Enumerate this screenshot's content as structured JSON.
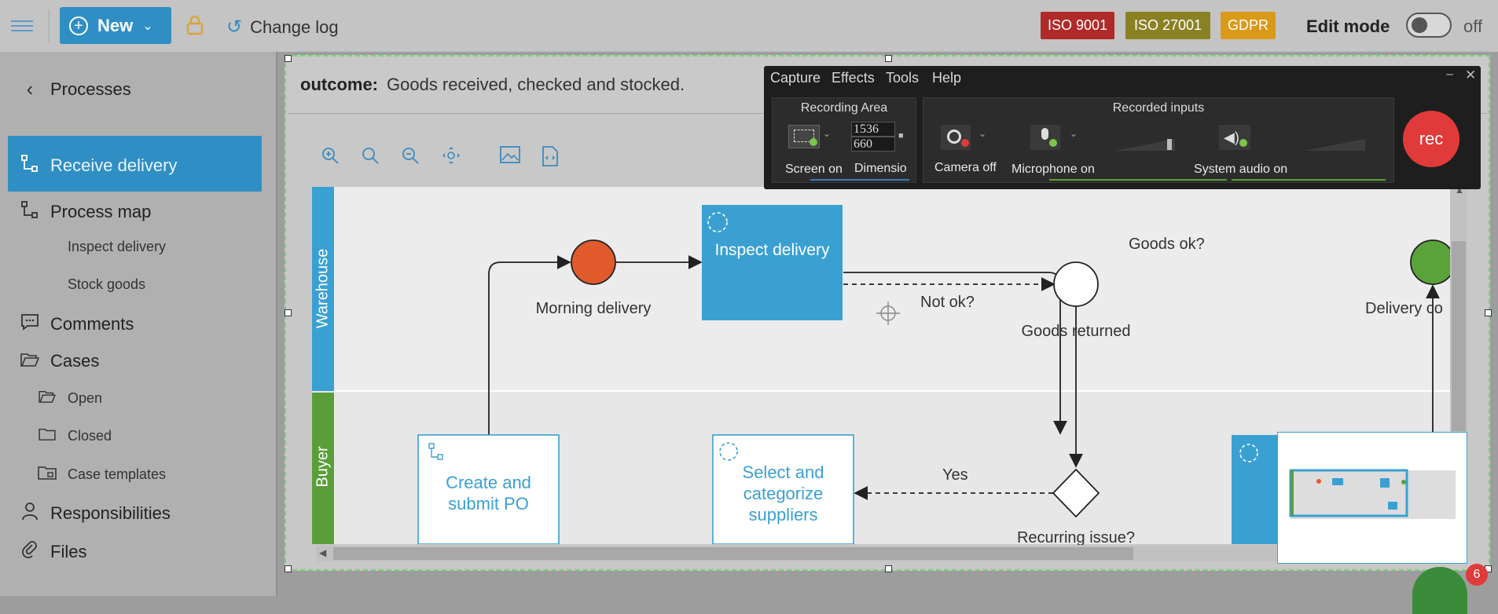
{
  "topbar": {
    "new_label": "New",
    "changelog_label": "Change log",
    "badges": [
      {
        "label": "ISO 9001",
        "color": "#b02a2a"
      },
      {
        "label": "ISO 27001",
        "color": "#8a8124"
      },
      {
        "label": "GDPR",
        "color": "#d99a1a"
      }
    ],
    "edit_mode_label": "Edit mode",
    "toggle_state": "off"
  },
  "sidebar": {
    "back_label": "Processes",
    "active_label": "Receive delivery",
    "items": [
      {
        "label": "Process map",
        "level": 1,
        "icon": "process-map-icon"
      },
      {
        "label": "Inspect delivery",
        "level": 2
      },
      {
        "label": "Stock goods",
        "level": 2
      },
      {
        "label": "Comments",
        "level": 1,
        "icon": "comment-icon"
      },
      {
        "label": "Cases",
        "level": 1,
        "icon": "folder-open-icon"
      },
      {
        "label": "Open",
        "level": 2,
        "icon": "folder-open-icon"
      },
      {
        "label": "Closed",
        "level": 2,
        "icon": "folder-icon"
      },
      {
        "label": "Case templates",
        "level": 2,
        "icon": "folder-template-icon"
      },
      {
        "label": "Responsibilities",
        "level": 1,
        "icon": "user-icon"
      },
      {
        "label": "Files",
        "level": 1,
        "icon": "paperclip-icon"
      }
    ]
  },
  "content": {
    "outcome_label": "outcome:",
    "outcome_value": "Goods received, checked and stocked."
  },
  "diagram": {
    "lanes": [
      "Warehouse",
      "Buyer"
    ],
    "event_morning": "Morning delivery",
    "task_inspect": "Inspect delivery",
    "edge_goods_ok": "Goods ok?",
    "edge_not_ok": "Not ok?",
    "event_goods_returned": "Goods returned",
    "event_delivery": "Delivery co",
    "task_create_po_line1": "Create and",
    "task_create_po_line2": "submit PO",
    "task_select_line1": "Select and",
    "task_select_line2": "categorize",
    "task_select_line3": "suppliers",
    "edge_yes": "Yes",
    "gateway_recurring": "Recurring issue?"
  },
  "recorder": {
    "menu": [
      "Capture",
      "Effects",
      "Tools",
      "Help"
    ],
    "recording_area_title": "Recording Area",
    "recorded_inputs_title": "Recorded inputs",
    "width_value": "1536",
    "height_value": "660",
    "screen_label": "Screen on",
    "dimension_label": "Dimensio",
    "camera_label": "Camera off",
    "microphone_label": "Microphone on",
    "system_audio_label": "System audio on",
    "rec_label": "rec",
    "mic_level": 0.8
  },
  "notifications": {
    "count": "6"
  }
}
